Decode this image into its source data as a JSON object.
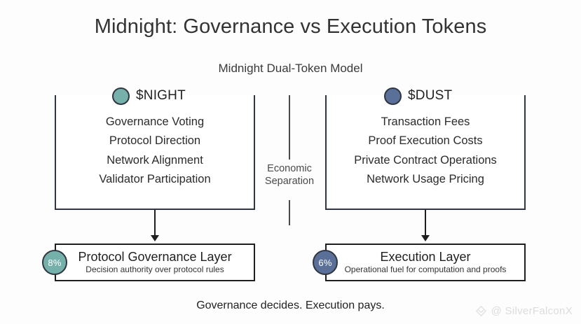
{
  "header": {
    "title": "Midnight: Governance vs Execution Tokens",
    "subtitle": "Midnight Dual-Token Model"
  },
  "colors": {
    "night_token": "#76b0ab",
    "dust_token": "#5a7099",
    "box_border": "#2f3640",
    "text": "#2b2b2b",
    "divider": "#4a4a4a",
    "watermark": "#dcdcdc"
  },
  "panels": [
    {
      "token": "$NIGHT",
      "dot_color": "#76b0ab",
      "items": [
        "Governance Voting",
        "Protocol Direction",
        "Network Alignment",
        "Validator Participation"
      ]
    },
    {
      "token": "$DUST",
      "dot_color": "#5a7099",
      "items": [
        "Transaction Fees",
        "Proof Execution Costs",
        "Private Contract Operations",
        "Network Usage Pricing"
      ]
    }
  ],
  "separation": {
    "line1": "Economic",
    "line2": "Separation"
  },
  "layers": [
    {
      "badge": "8%",
      "badge_color": "#76b0ab",
      "title": "Protocol Governance Layer",
      "subtitle": "Decision authority over protocol rules"
    },
    {
      "badge": "6%",
      "badge_color": "#5a7099",
      "title": "Execution Layer",
      "subtitle": "Operational fuel for computation and proofs"
    }
  ],
  "footer": {
    "note": "Governance decides. Execution pays.",
    "watermark": "@ SilverFalconX"
  }
}
